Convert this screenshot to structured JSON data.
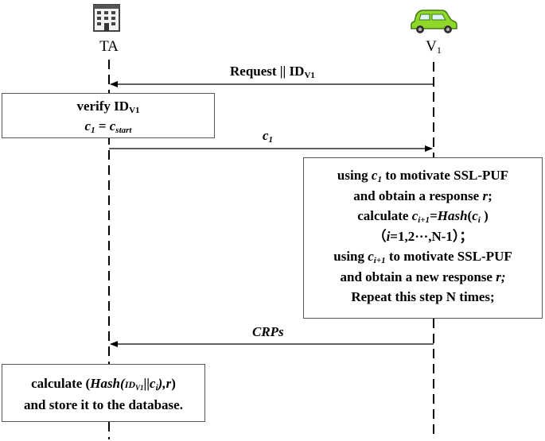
{
  "actors": {
    "ta": {
      "label": "TA",
      "icon": "building-icon"
    },
    "v1": {
      "label": "V",
      "label_sub": "1",
      "icon": "car-icon"
    }
  },
  "messages": {
    "m1": {
      "text": "Request || ID",
      "sub": "V1"
    },
    "m2": {
      "text": "c",
      "sub": "1"
    },
    "m3": {
      "text": "CRPs"
    }
  },
  "box_ta_verify": {
    "line1_text": "verify ID",
    "line1_sub": "V1",
    "line2_c": "c",
    "line2_c_sub": "1",
    "line2_eq": " = ",
    "line2_c2": "c",
    "line2_c2_sub": "start"
  },
  "box_v1_process": {
    "l1_a": "using ",
    "l1_c": "c",
    "l1_c_sub": "1",
    "l1_b": " to motivate SSL-PUF",
    "l2_a": "and obtain a response ",
    "l2_r": "r",
    "l2_b": ";",
    "l3_a": "calculate ",
    "l3_c": "c",
    "l3_c_sub": "i+1",
    "l3_eq": "=",
    "l3_hash": "Hash",
    "l3_p1": "(",
    "l3_ci": "c",
    "l3_ci_sub": "i",
    "l3_p2": " )",
    "l4_a": "（",
    "l4_i": "i",
    "l4_b": "=1,2···,N-1）；",
    "l5_a": "using ",
    "l5_c": "c",
    "l5_c_sub": "i+1",
    "l5_b": " to motivate SSL-PUF",
    "l6_a": "and obtain a new response ",
    "l6_r": "r;",
    "l7": "Repeat this step N times;"
  },
  "box_ta_store": {
    "l1_a": "calculate (",
    "l1_hash": "Hash",
    "l1_p": "(",
    "l1_id": "ID",
    "l1_id_sub": "V1",
    "l1_bar": "||",
    "l1_c": "c",
    "l1_c_sub": "i",
    "l1_close": "),",
    "l1_r": "r",
    "l1_end": ")",
    "l2": "and store it to the database."
  },
  "colors": {
    "car": "#7ed321",
    "building": "#444444"
  }
}
